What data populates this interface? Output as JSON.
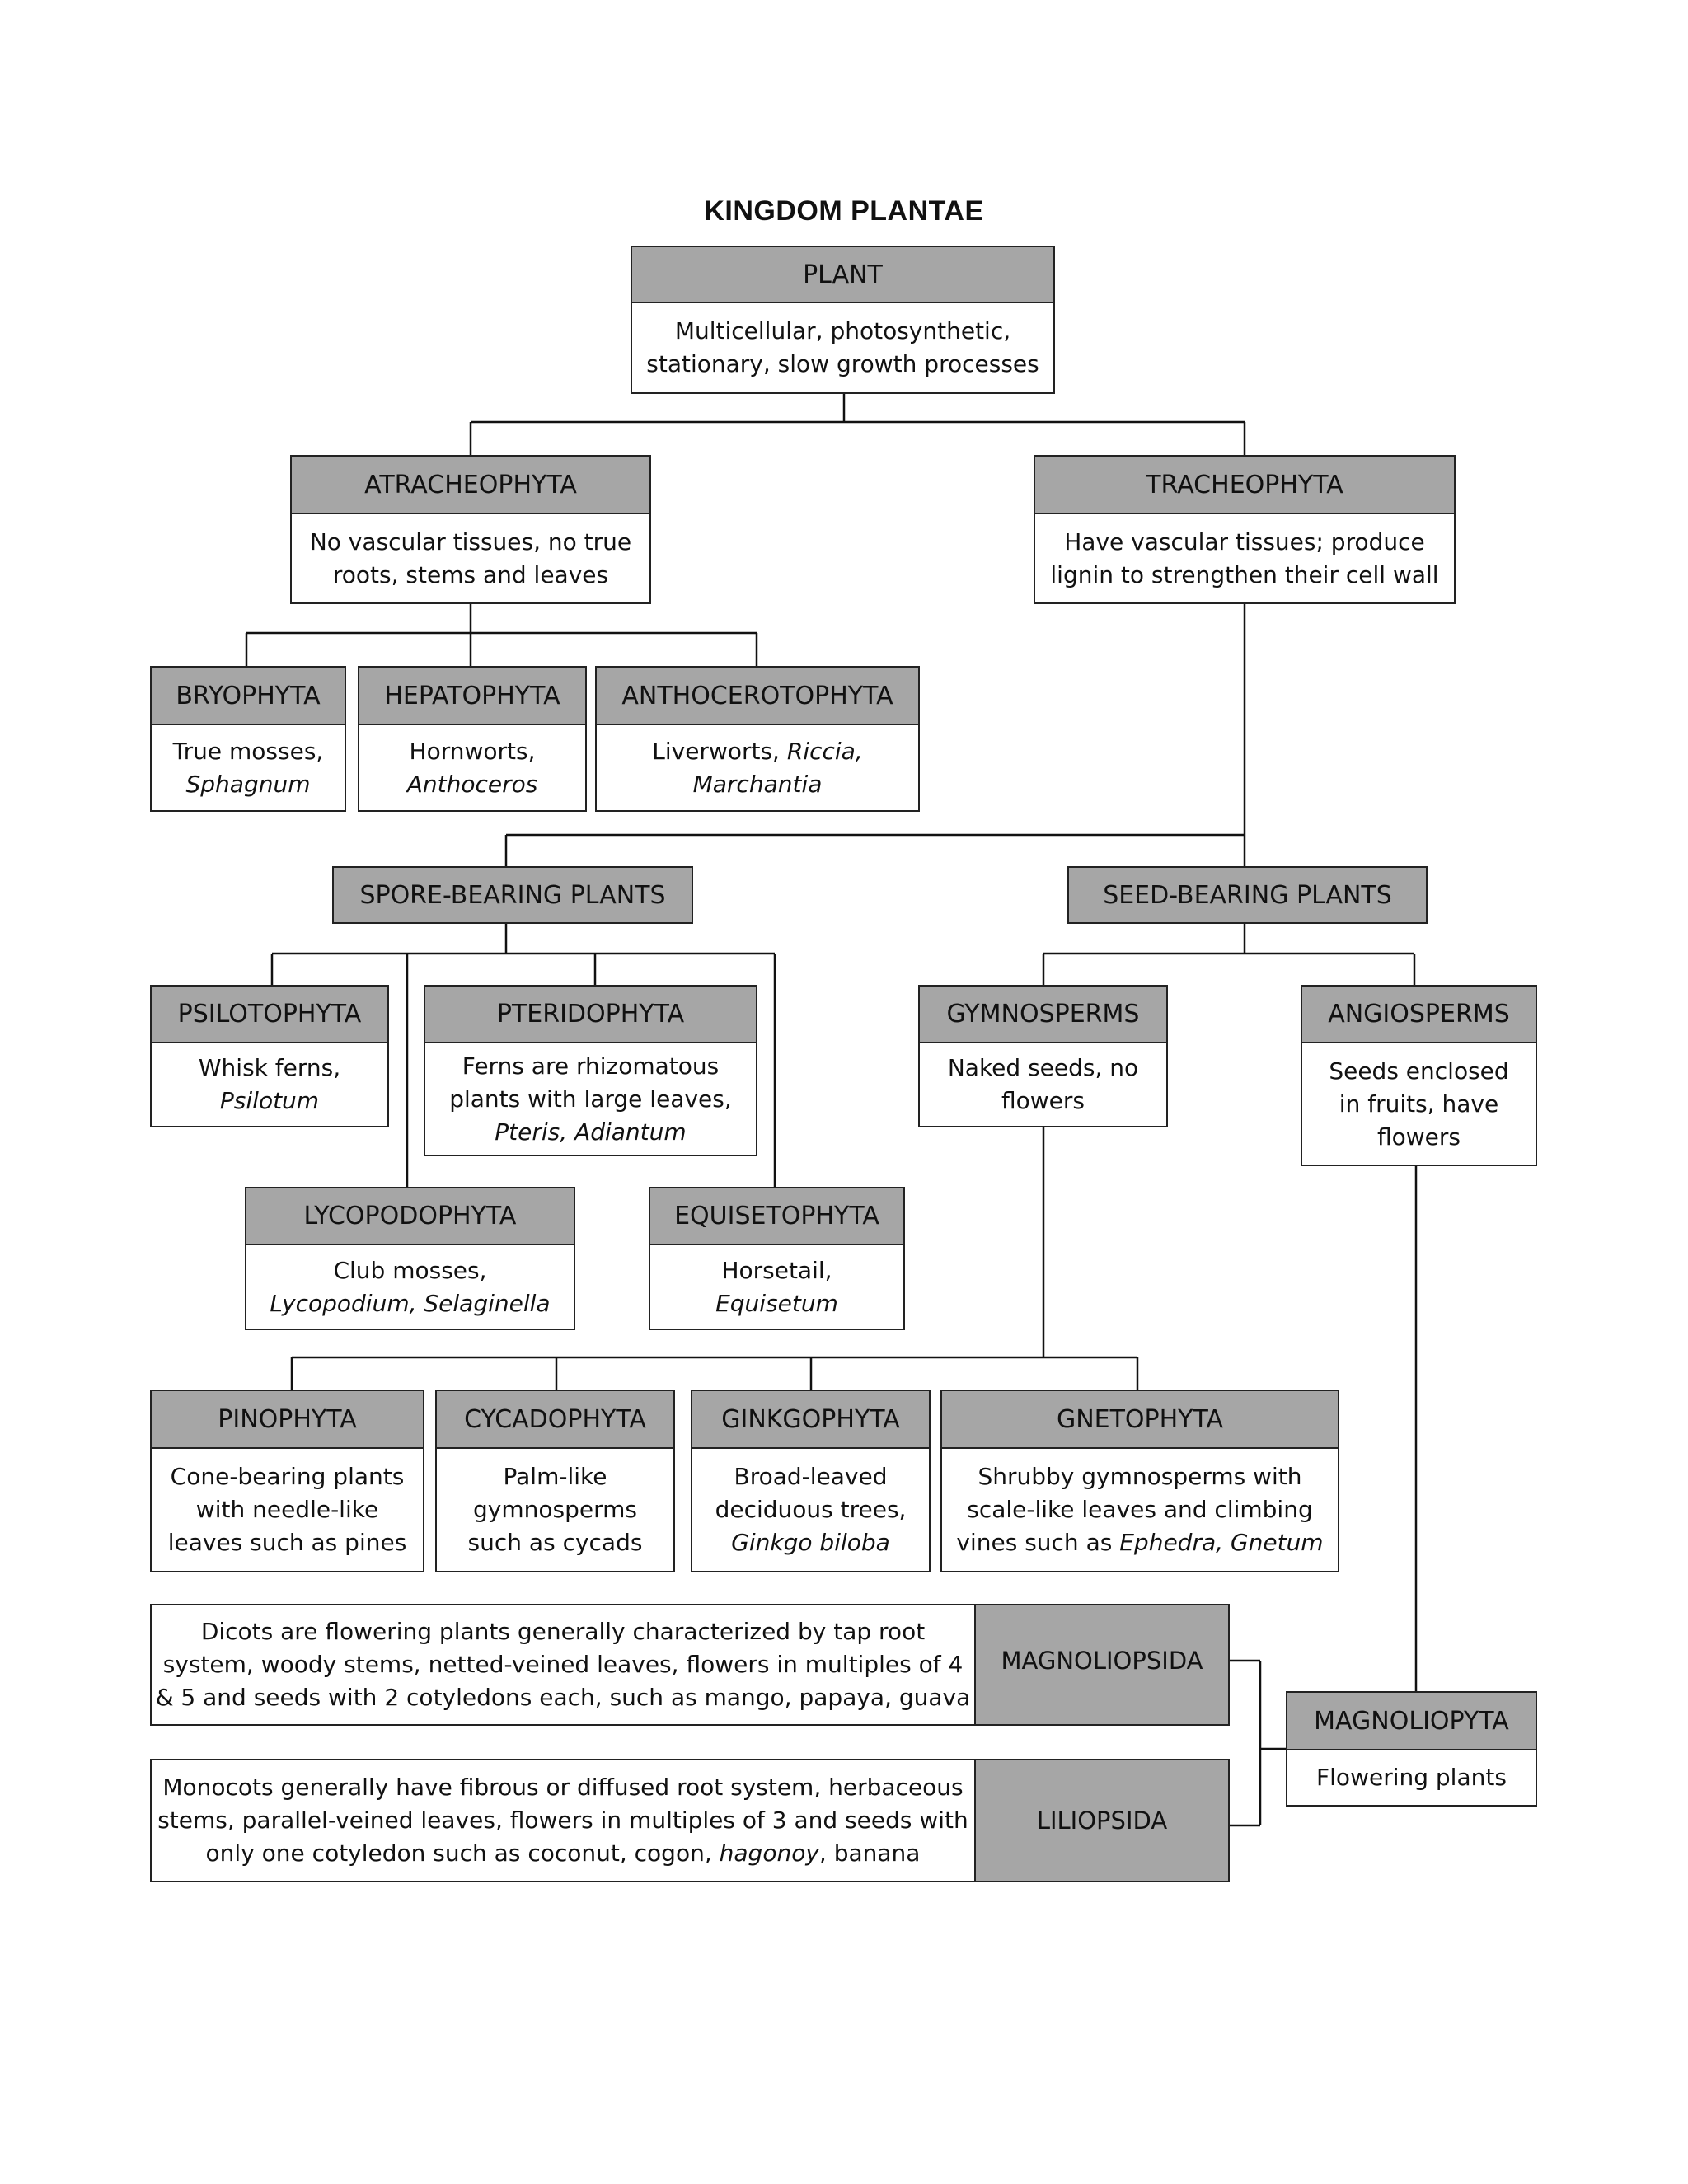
{
  "title": "KINGDOM PLANTAE",
  "colors": {
    "header_fill": "#a6a6a6",
    "line": "#111111",
    "box_border": "#222222"
  },
  "nodes": {
    "plant": {
      "title": "PLANT",
      "desc": [
        "Multicellular, photosynthetic,",
        "stationary, slow growth processes"
      ]
    },
    "atracheophyta": {
      "title": "ATRACHEOPHYTA",
      "desc": [
        "No vascular tissues, no true",
        "roots, stems and leaves"
      ]
    },
    "tracheophyta": {
      "title": "TRACHEOPHYTA",
      "desc": [
        "Have vascular tissues; produce",
        "lignin to strengthen their cell wall"
      ]
    },
    "bryophyta": {
      "title": "BRYOPHYTA",
      "desc": [
        "True mosses,"
      ],
      "examples": "Sphagnum"
    },
    "hepatophyta": {
      "title": "HEPATOPHYTA",
      "desc": [
        "Hornworts,"
      ],
      "examples": "Anthoceros"
    },
    "anthocerotophyta": {
      "title": "ANTHOCEROTOPHYTA",
      "desc_prefix": "Liverworts, ",
      "examples": [
        "Riccia,",
        "Marchantia"
      ]
    },
    "spore_bearing": {
      "title": "SPORE-BEARING PLANTS"
    },
    "seed_bearing": {
      "title": "SEED-BEARING PLANTS"
    },
    "psilotophyta": {
      "title": "PSILOTOPHYTA",
      "desc": [
        "Whisk ferns,"
      ],
      "examples": "Psilotum"
    },
    "pteridophyta": {
      "title": "PTERIDOPHYTA",
      "desc": [
        "Ferns are rhizomatous",
        "plants with large leaves,"
      ],
      "examples": "Pteris, Adiantum"
    },
    "lycopodophyta": {
      "title": "LYCOPODOPHYTA",
      "desc": [
        "Club mosses,"
      ],
      "examples": "Lycopodium, Selaginella"
    },
    "equisetophyta": {
      "title": "EQUISETOPHYTA",
      "desc": [
        "Horsetail,"
      ],
      "examples": "Equisetum"
    },
    "gymnosperms": {
      "title": "GYMNOSPERMS",
      "desc": [
        "Naked seeds, no",
        "flowers"
      ]
    },
    "angiosperms": {
      "title": "ANGIOSPERMS",
      "desc": [
        "Seeds enclosed",
        "in fruits, have",
        "flowers"
      ]
    },
    "pinophyta": {
      "title": "PINOPHYTA",
      "desc": [
        "Cone-bearing plants",
        "with needle-like",
        "leaves such as pines"
      ]
    },
    "cycadophyta": {
      "title": "CYCADOPHYTA",
      "desc": [
        "Palm-like",
        "gymnosperms",
        "such as cycads"
      ]
    },
    "ginkgophyta": {
      "title": "GINKGOPHYTA",
      "desc": [
        "Broad-leaved",
        "deciduous trees,"
      ],
      "examples": "Ginkgo biloba"
    },
    "gnetophyta": {
      "title": "GNETOPHYTA",
      "desc": [
        "Shrubby gymnosperms with",
        "scale-like leaves and climbing"
      ],
      "desc_prefix": "vines such as ",
      "examples": "Ephedra, Gnetum"
    },
    "magnoliopsida": {
      "title": "MAGNOLIOPSIDA",
      "desc": [
        "Dicots are flowering plants generally characterized by tap root",
        "system, woody stems, netted-veined leaves, flowers in multiples of 4",
        "& 5 and seeds with 2 cotyledons each, such as mango, papaya, guava"
      ]
    },
    "liliopsida": {
      "title": "LILIOPSIDA",
      "desc": [
        "Monocots generally have fibrous or diffused root system, herbaceous",
        "stems, parallel-veined leaves, flowers in multiples of 3 and seeds with"
      ],
      "desc_prefix": "only one cotyledon such as coconut, cogon, ",
      "examples": "hagonoy",
      "desc_suffix": ", banana"
    },
    "magnoliopyta": {
      "title": "MAGNOLIOPYTA",
      "desc": [
        "Flowering plants"
      ]
    }
  }
}
